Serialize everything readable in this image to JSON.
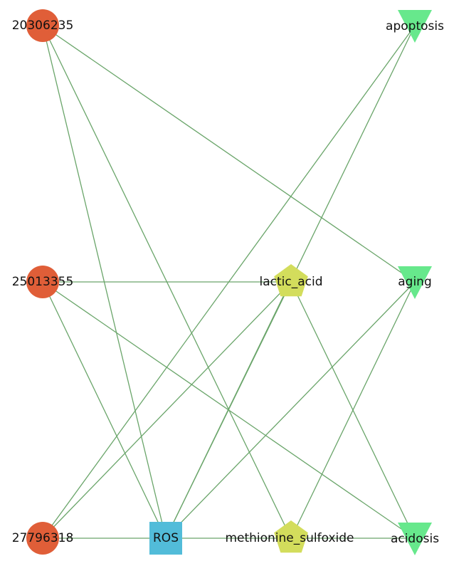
{
  "colors": {
    "edge": "#6aa56a",
    "paper": "#e05e38",
    "chemical": "#d3dd5c",
    "process": "#67e88c",
    "ros": "#52bcd9"
  },
  "nodes": [
    {
      "id": "n20306235",
      "label": "20306235",
      "kind": "paper"
    },
    {
      "id": "n25013355",
      "label": "25013355",
      "kind": "paper"
    },
    {
      "id": "n27796318",
      "label": "27796318",
      "kind": "paper"
    },
    {
      "id": "ros",
      "label": "ROS",
      "kind": "ros"
    },
    {
      "id": "lactic",
      "label": "lactic_acid",
      "kind": "chemical"
    },
    {
      "id": "methionine",
      "label": "methionine_sulfoxide",
      "kind": "chemical"
    },
    {
      "id": "apoptosis",
      "label": "apoptosis",
      "kind": "process"
    },
    {
      "id": "aging",
      "label": "aging",
      "kind": "process"
    },
    {
      "id": "acidosis",
      "label": "acidosis",
      "kind": "process"
    }
  ],
  "edges": [
    [
      "n20306235",
      "aging"
    ],
    [
      "n20306235",
      "ros"
    ],
    [
      "n20306235",
      "methionine"
    ],
    [
      "n25013355",
      "lactic"
    ],
    [
      "n25013355",
      "ros"
    ],
    [
      "n25013355",
      "acidosis"
    ],
    [
      "n27796318",
      "ros"
    ],
    [
      "n27796318",
      "apoptosis"
    ],
    [
      "n27796318",
      "lactic"
    ],
    [
      "ros",
      "apoptosis"
    ],
    [
      "ros",
      "lactic"
    ],
    [
      "ros",
      "aging"
    ],
    [
      "ros",
      "methionine"
    ],
    [
      "lactic",
      "acidosis"
    ],
    [
      "methionine",
      "aging"
    ],
    [
      "methionine",
      "acidosis"
    ]
  ]
}
